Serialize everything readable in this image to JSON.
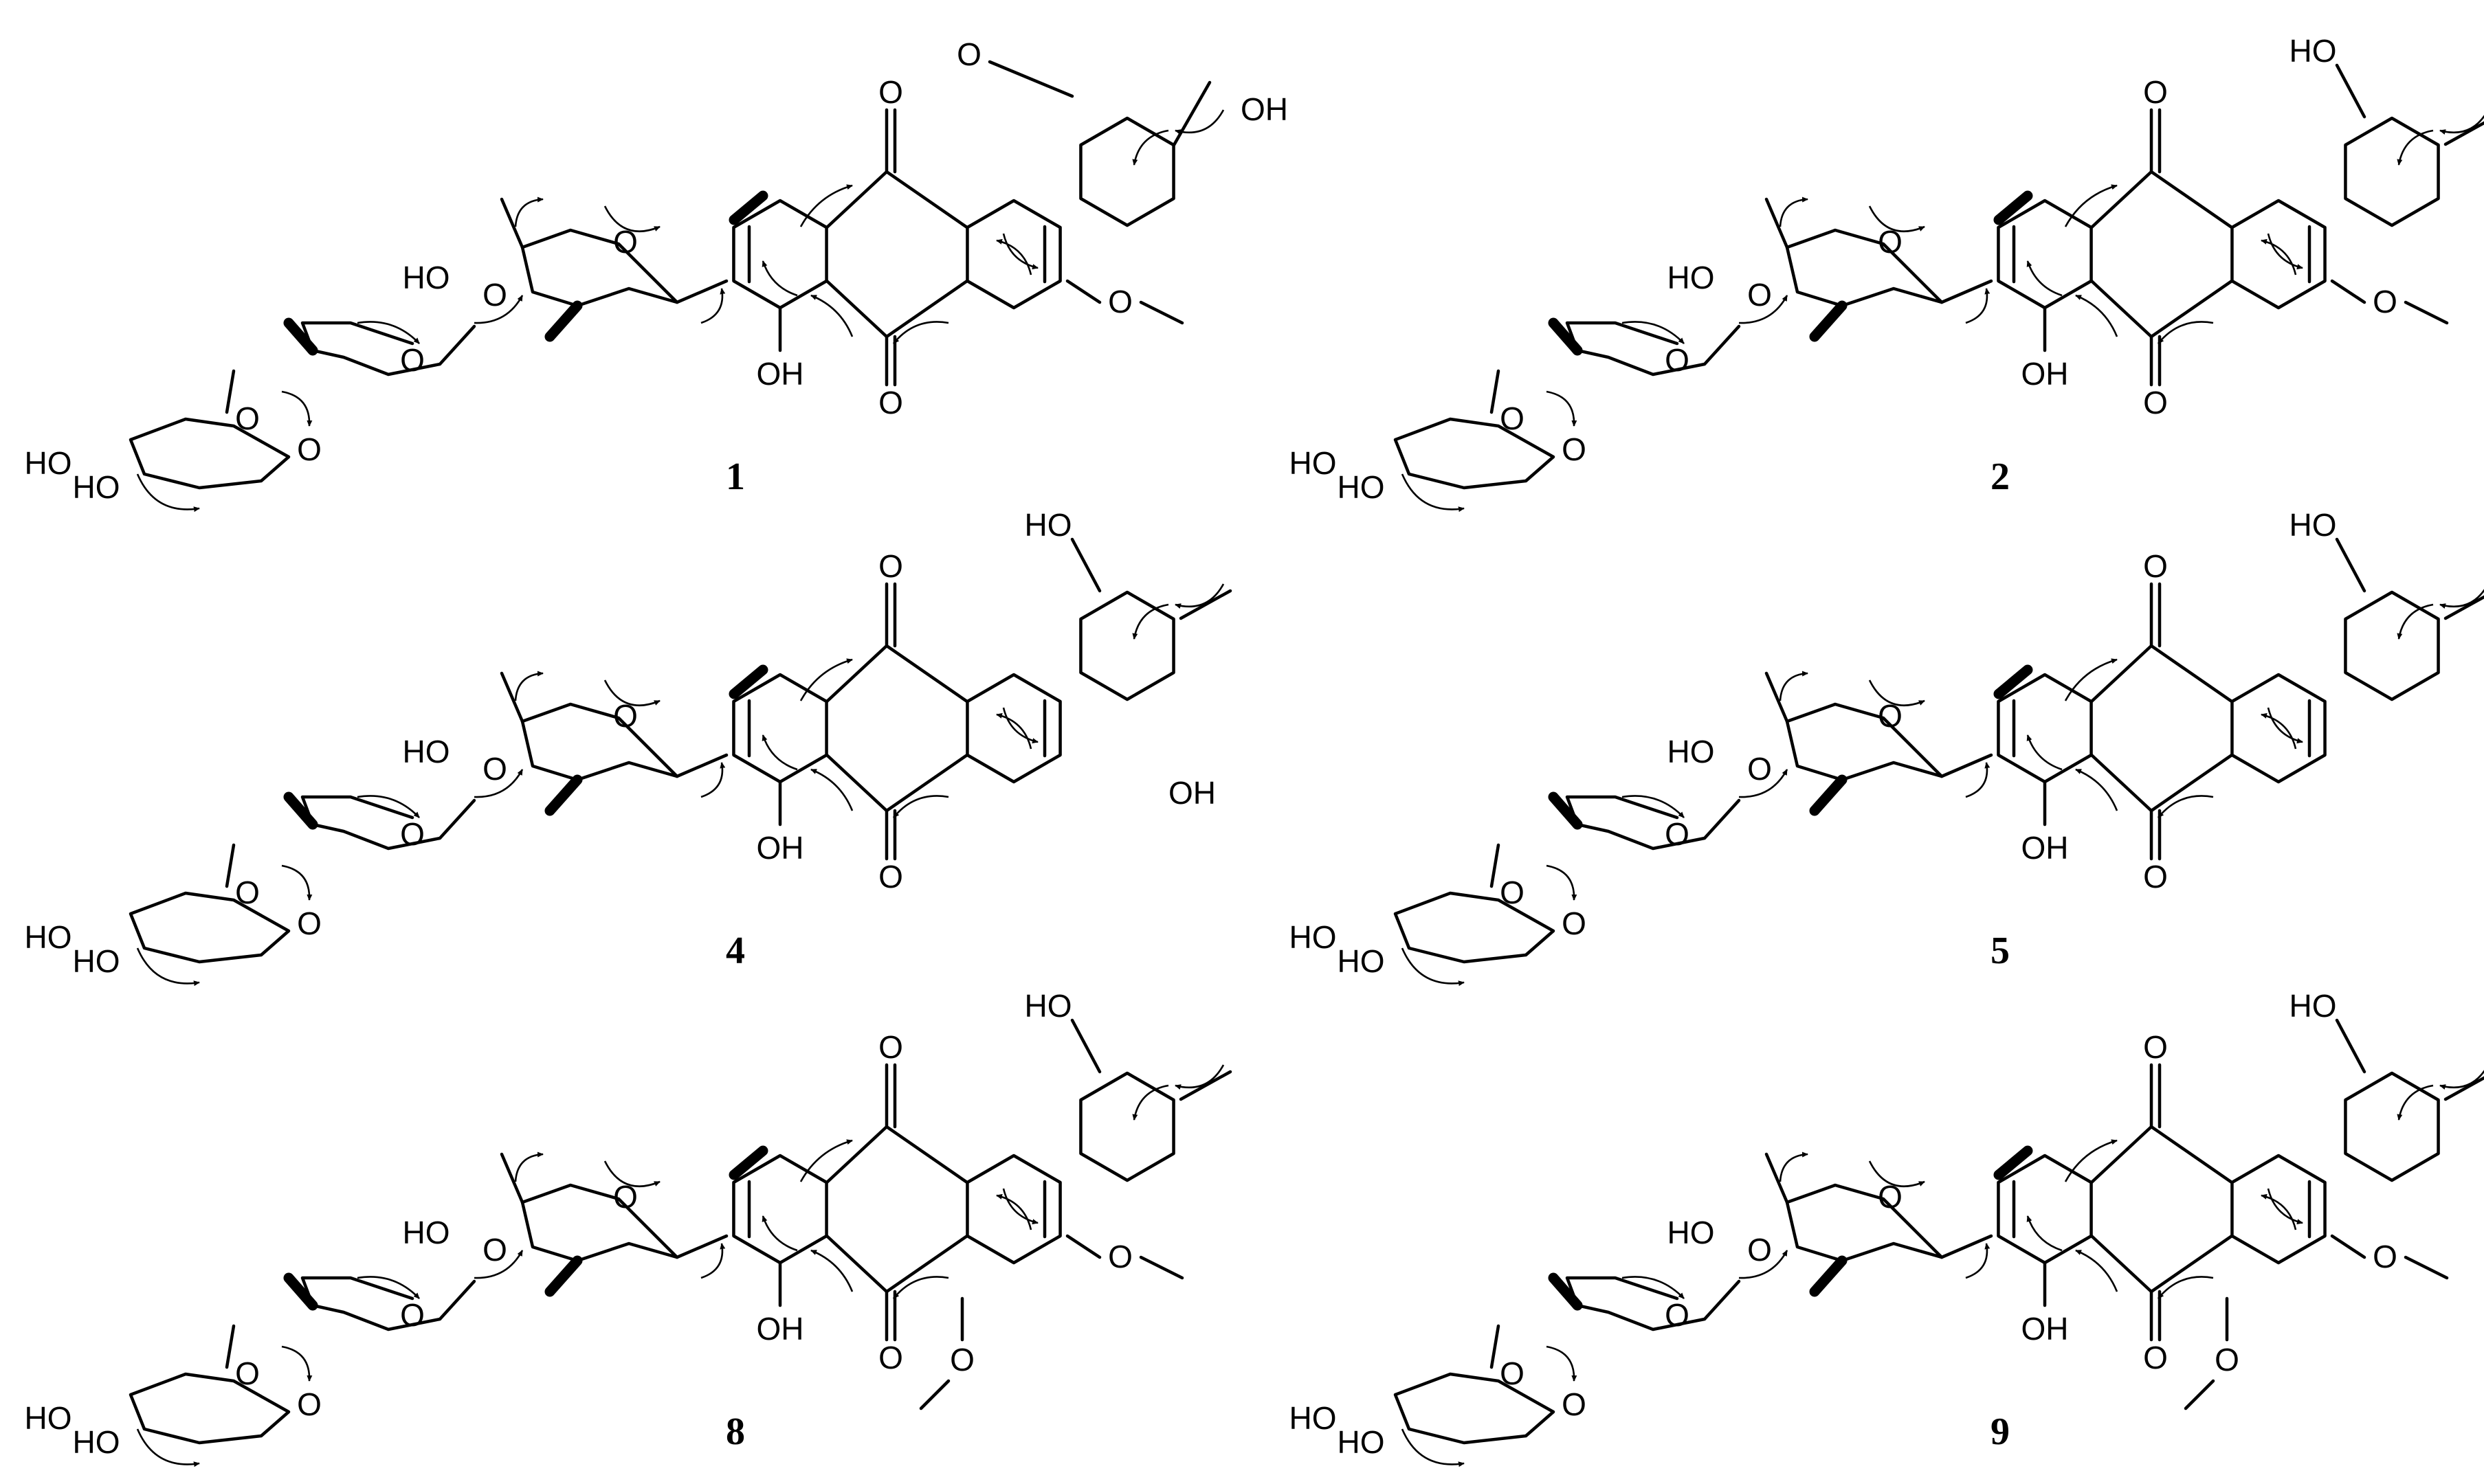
{
  "panels": [
    {
      "compound": "1",
      "labels": {
        "ho_sugar": "HO",
        "ho_a": "HO",
        "ho_b": "HO",
        "oh_core": "OH",
        "o_ring1": "O",
        "o_ring2": "O",
        "o_ring3": "O",
        "o_gly1": "O",
        "o_gly2": "O",
        "q1": "O",
        "q2": "O",
        "ketone": "O",
        "oh_tert": "OH",
        "ome": "O"
      }
    },
    {
      "compound": "2",
      "labels": {
        "ho_sugar": "HO",
        "ho_a": "HO",
        "ho_b": "HO",
        "oh_core": "OH",
        "o_ring1": "O",
        "o_ring2": "O",
        "o_ring3": "O",
        "o_gly1": "O",
        "o_gly2": "O",
        "q1": "O",
        "q2": "O",
        "ho_phenol": "HO",
        "ome": "O"
      }
    },
    {
      "compound": "4",
      "labels": {
        "ho_sugar": "HO",
        "ho_a": "HO",
        "ho_b": "HO",
        "oh_core": "OH",
        "o_ring1": "O",
        "o_ring2": "O",
        "o_ring3": "O",
        "o_gly1": "O",
        "o_gly2": "O",
        "q1": "O",
        "q2": "O",
        "ho_phenol": "HO",
        "oh_aryl": "OH"
      }
    },
    {
      "compound": "5",
      "labels": {
        "ho_sugar": "HO",
        "ho_a": "HO",
        "ho_b": "HO",
        "oh_core": "OH",
        "o_ring1": "O",
        "o_ring2": "O",
        "o_ring3": "O",
        "o_gly1": "O",
        "o_gly2": "O",
        "q1": "O",
        "q2": "O",
        "ho_phenol": "HO"
      }
    },
    {
      "compound": "8",
      "labels": {
        "ho_sugar": "HO",
        "ho_a": "HO",
        "ho_b": "HO",
        "oh_core": "OH",
        "o_ring1": "O",
        "o_ring2": "O",
        "o_ring3": "O",
        "o_gly1": "O",
        "o_gly2": "O",
        "q1": "O",
        "q2": "O",
        "ho_phenol": "HO",
        "ome": "O",
        "ome2": "O"
      }
    },
    {
      "compound": "9",
      "labels": {
        "ho_sugar": "HO",
        "ho_a": "HO",
        "ho_b": "HO",
        "oh_core": "OH",
        "o_ring1": "O",
        "o_ring2": "O",
        "o_ring3": "O",
        "o_gly1": "O",
        "o_gly2": "O",
        "q1": "O",
        "q2": "O",
        "ho_phenol": "HO",
        "ome": "O",
        "ome2": "O"
      }
    }
  ]
}
